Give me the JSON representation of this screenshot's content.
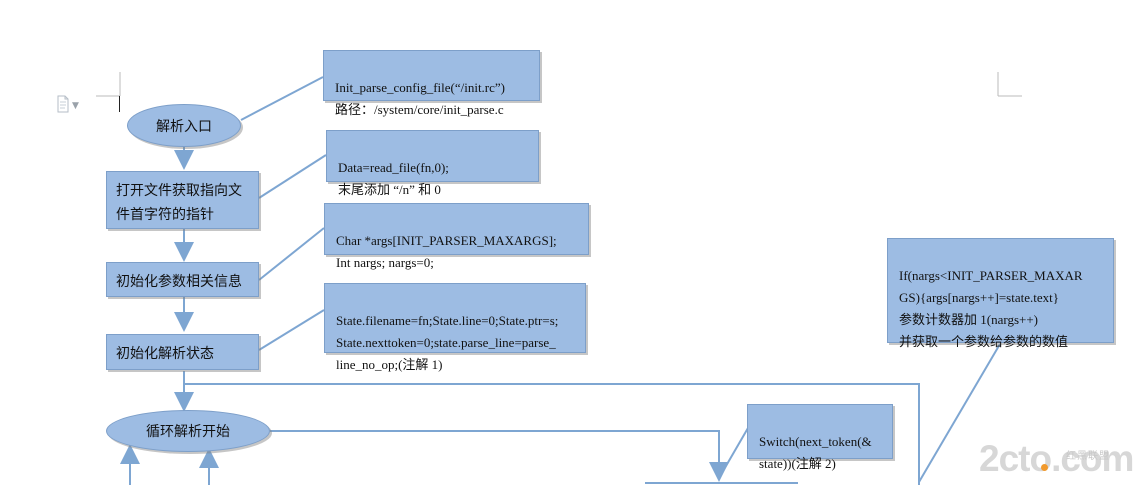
{
  "diagram": {
    "nodes": {
      "entry": "解析入口",
      "open_file": "打开文件获取指向文件首字符的指针",
      "init_args": "初始化参数相关信息",
      "init_state": "初始化解析状态",
      "loop_start": "循环解析开始"
    },
    "notes": {
      "init_parse": "Init_parse_config_file(“/init.rc”)\n路径：/system/core/init_parse.c",
      "read_file": "Data=read_file(fn,0);\n末尾添加 “/n” 和 0",
      "args_decl": "Char *args[INIT_PARSER_MAXARGS];\nInt nargs; nargs=0;",
      "state_init": "State.filename=fn;State.line=0;State.ptr=s;\nState.nexttoken=0;state.parse_line=parse_\nline_no_op;(注解 1)",
      "switch": "Switch(next_token(&\nstate))(注解 2)",
      "args_store": "If(nargs<INIT_PARSER_MAXAR\nGS){args[nargs++]=state.text}\n参数计数器加 1(nargs++)\n并获取一个参数给参数的数值"
    }
  },
  "watermark": {
    "brand": "2cto.com",
    "subtitle": "红黑联盟"
  }
}
